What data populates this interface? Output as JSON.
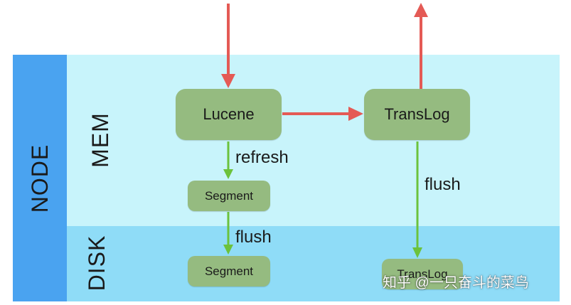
{
  "labels": {
    "node": "NODE",
    "mem": "MEM",
    "disk": "DISK"
  },
  "boxes": {
    "lucene": "Lucene",
    "translog_mem": "TransLog",
    "segment_mem": "Segment",
    "segment_disk": "Segment",
    "translog_disk": "TransLog"
  },
  "edges": {
    "refresh": "refresh",
    "flush_left": "flush",
    "flush_right": "flush"
  },
  "watermark": "知乎 @一只奋斗的菜鸟",
  "colors": {
    "node_bar": "#4aa3f0",
    "mem_band": "#c8f4fb",
    "disk_band": "#8fdcf7",
    "box_fill": "#95bb80",
    "red_arrow": "#e45a55",
    "green_arrow": "#6cc23c"
  }
}
